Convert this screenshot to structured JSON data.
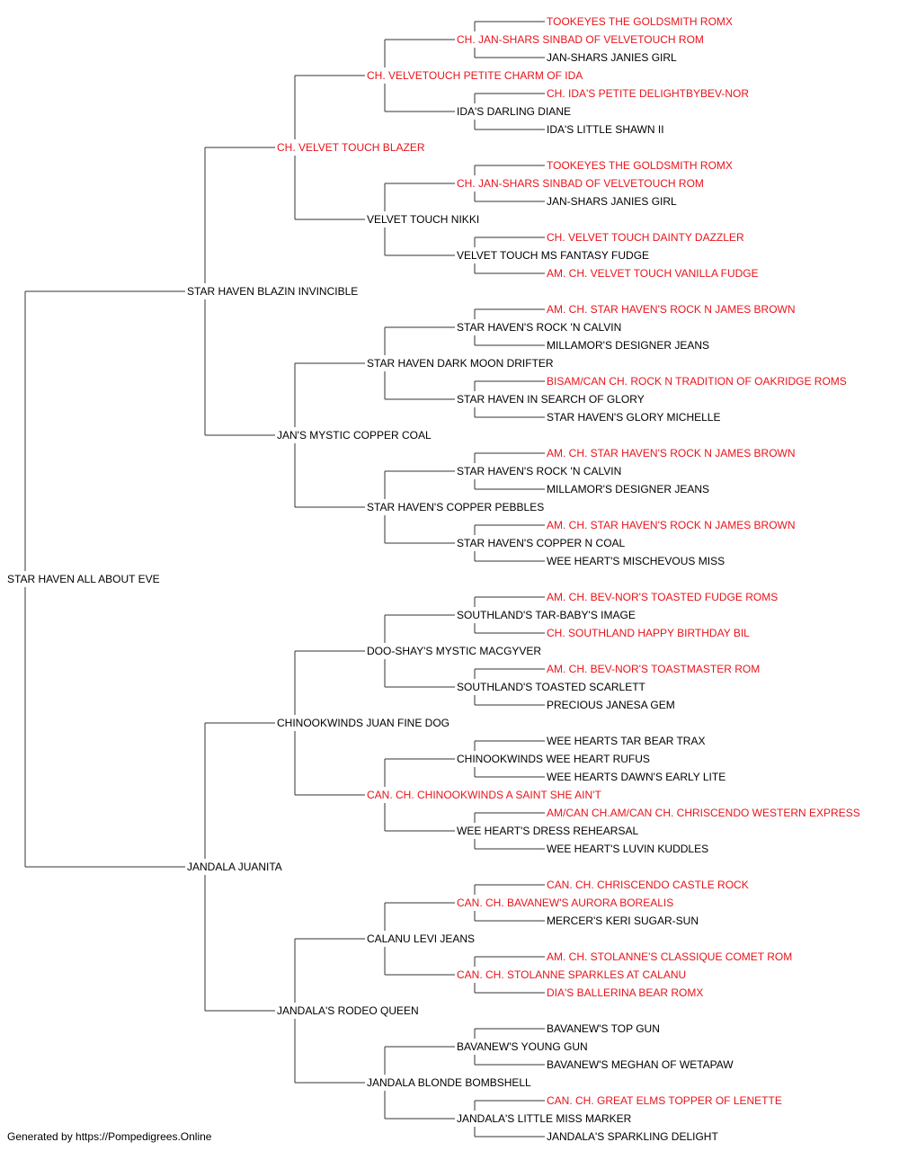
{
  "pedigree": {
    "name": "STAR HAVEN ALL ABOUT EVE",
    "titled": false,
    "sire": {
      "name": "STAR HAVEN BLAZIN INVINCIBLE",
      "titled": false,
      "sire": {
        "name": "CH. VELVET TOUCH BLAZER",
        "titled": true,
        "sire": {
          "name": "CH. VELVETOUCH PETITE CHARM OF IDA",
          "titled": true,
          "sire": {
            "name": "CH. JAN-SHARS SINBAD OF VELVETOUCH ROM",
            "titled": true,
            "sire": {
              "name": "TOOKEYES THE GOLDSMITH ROMX",
              "titled": true
            },
            "dam": {
              "name": "JAN-SHARS JANIES GIRL",
              "titled": false
            }
          },
          "dam": {
            "name": "IDA'S DARLING DIANE",
            "titled": false,
            "sire": {
              "name": "CH. IDA'S PETITE DELIGHTBYBEV-NOR",
              "titled": true
            },
            "dam": {
              "name": "IDA'S LITTLE SHAWN II",
              "titled": false
            }
          }
        },
        "dam": {
          "name": "VELVET TOUCH NIKKI",
          "titled": false,
          "sire": {
            "name": "CH. JAN-SHARS SINBAD OF VELVETOUCH ROM",
            "titled": true,
            "sire": {
              "name": "TOOKEYES THE GOLDSMITH ROMX",
              "titled": true
            },
            "dam": {
              "name": "JAN-SHARS JANIES GIRL",
              "titled": false
            }
          },
          "dam": {
            "name": "VELVET TOUCH MS FANTASY FUDGE",
            "titled": false,
            "sire": {
              "name": "CH. VELVET TOUCH DAINTY DAZZLER",
              "titled": true
            },
            "dam": {
              "name": "AM. CH. VELVET TOUCH VANILLA FUDGE",
              "titled": true
            }
          }
        }
      },
      "dam": {
        "name": "JAN'S MYSTIC COPPER COAL",
        "titled": false,
        "sire": {
          "name": "STAR HAVEN DARK MOON DRIFTER",
          "titled": false,
          "sire": {
            "name": "STAR HAVEN'S ROCK 'N CALVIN",
            "titled": false,
            "sire": {
              "name": "AM. CH. STAR HAVEN'S ROCK N JAMES BROWN",
              "titled": true
            },
            "dam": {
              "name": "MILLAMOR'S DESIGNER JEANS",
              "titled": false
            }
          },
          "dam": {
            "name": "STAR HAVEN IN SEARCH OF GLORY",
            "titled": false,
            "sire": {
              "name": "BISAM/CAN CH. ROCK N TRADITION OF OAKRIDGE ROMS",
              "titled": true
            },
            "dam": {
              "name": "STAR HAVEN'S GLORY MICHELLE",
              "titled": false
            }
          }
        },
        "dam": {
          "name": "STAR HAVEN'S COPPER PEBBLES",
          "titled": false,
          "sire": {
            "name": "STAR HAVEN'S ROCK 'N CALVIN",
            "titled": false,
            "sire": {
              "name": "AM. CH. STAR HAVEN'S ROCK N JAMES BROWN",
              "titled": true
            },
            "dam": {
              "name": "MILLAMOR'S DESIGNER JEANS",
              "titled": false
            }
          },
          "dam": {
            "name": "STAR HAVEN'S COPPER N COAL",
            "titled": false,
            "sire": {
              "name": "AM. CH. STAR HAVEN'S ROCK N JAMES BROWN",
              "titled": true
            },
            "dam": {
              "name": "WEE HEART'S MISCHEVOUS MISS",
              "titled": false
            }
          }
        }
      }
    },
    "dam": {
      "name": "JANDALA JUANITA",
      "titled": false,
      "sire": {
        "name": "CHINOOKWINDS JUAN FINE DOG",
        "titled": false,
        "sire": {
          "name": "DOO-SHAY'S MYSTIC MACGYVER",
          "titled": false,
          "sire": {
            "name": "SOUTHLAND'S TAR-BABY'S IMAGE",
            "titled": false,
            "sire": {
              "name": "AM. CH. BEV-NOR'S TOASTED FUDGE ROMS",
              "titled": true
            },
            "dam": {
              "name": "CH. SOUTHLAND HAPPY BIRTHDAY BIL",
              "titled": true
            }
          },
          "dam": {
            "name": "SOUTHLAND'S TOASTED SCARLETT",
            "titled": false,
            "sire": {
              "name": "AM. CH. BEV-NOR'S TOASTMASTER ROM",
              "titled": true
            },
            "dam": {
              "name": "PRECIOUS JANESA GEM",
              "titled": false
            }
          }
        },
        "dam": {
          "name": "CAN. CH. CHINOOKWINDS A SAINT SHE AIN'T",
          "titled": true,
          "sire": {
            "name": "CHINOOKWINDS WEE HEART RUFUS",
            "titled": false,
            "sire": {
              "name": "WEE HEARTS TAR BEAR TRAX",
              "titled": false
            },
            "dam": {
              "name": "WEE HEARTS DAWN'S EARLY LITE",
              "titled": false
            }
          },
          "dam": {
            "name": "WEE HEART'S DRESS REHEARSAL",
            "titled": false,
            "sire": {
              "name": "AM/CAN CH.AM/CAN CH. CHRISCENDO WESTERN EXPRESS",
              "titled": true
            },
            "dam": {
              "name": "WEE HEART'S LUVIN KUDDLES",
              "titled": false
            }
          }
        }
      },
      "dam": {
        "name": "JANDALA'S RODEO QUEEN",
        "titled": false,
        "sire": {
          "name": "CALANU LEVI JEANS",
          "titled": false,
          "sire": {
            "name": "CAN. CH. BAVANEW'S AURORA BOREALIS",
            "titled": true,
            "sire": {
              "name": "CAN. CH. CHRISCENDO CASTLE ROCK",
              "titled": true
            },
            "dam": {
              "name": "MERCER'S KERI SUGAR-SUN",
              "titled": false
            }
          },
          "dam": {
            "name": "CAN. CH. STOLANNE SPARKLES AT CALANU",
            "titled": true,
            "sire": {
              "name": "AM. CH. STOLANNE'S CLASSIQUE COMET ROM",
              "titled": true
            },
            "dam": {
              "name": "DIA'S BALLERINA BEAR ROMX",
              "titled": true
            }
          }
        },
        "dam": {
          "name": "JANDALA BLONDE BOMBSHELL",
          "titled": false,
          "sire": {
            "name": "BAVANEW'S YOUNG GUN",
            "titled": false,
            "sire": {
              "name": "BAVANEW'S TOP GUN",
              "titled": false
            },
            "dam": {
              "name": "BAVANEW'S MEGHAN OF WETAPAW",
              "titled": false
            }
          },
          "dam": {
            "name": "JANDALA'S LITTLE MISS MARKER",
            "titled": false,
            "sire": {
              "name": "CAN. CH. GREAT ELMS TOPPER OF LENETTE",
              "titled": true
            },
            "dam": {
              "name": "JANDALA'S SPARKLING DELIGHT",
              "titled": false
            }
          }
        }
      }
    }
  },
  "footer": "Generated by https://Pompedigrees.Online",
  "colors": {
    "titled": "#e8141b",
    "plain": "#000000",
    "line": "#333333"
  }
}
